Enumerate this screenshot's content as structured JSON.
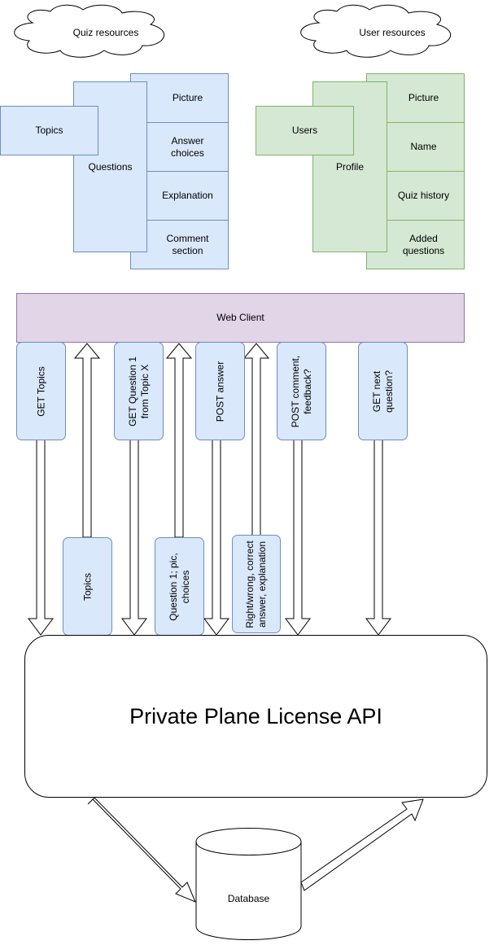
{
  "clouds": {
    "quiz": "Quiz resources",
    "user": "User resources"
  },
  "quiz": {
    "topics": "Topics",
    "questions": "Questions",
    "fields": [
      "Picture",
      "Answer\nchoices",
      "Explanation",
      "Comment\nsection"
    ]
  },
  "user": {
    "users": "Users",
    "profile": "Profile",
    "fields": [
      "Picture",
      "Name",
      "Quiz history",
      "Added\nquestions"
    ]
  },
  "client": "Web Client",
  "requests": [
    "GET Topics",
    "GET Question 1\nfrom Topic X",
    "POST answer",
    "POST comment,\nfeedback?",
    "GET next\nquestion?"
  ],
  "responses": [
    "Topics",
    "Question 1; pic,\nchoices",
    "Right/wrong, correct\nanswer, explanation"
  ],
  "api": "Private Plane License API",
  "database": "Database",
  "colors": {
    "blue_fill": "#dae8fc",
    "blue_stroke": "#6c8ebf",
    "green_fill": "#d5e8d4",
    "green_stroke": "#82b366",
    "purple_fill": "#e1d5e7",
    "purple_stroke": "#9673a6"
  }
}
